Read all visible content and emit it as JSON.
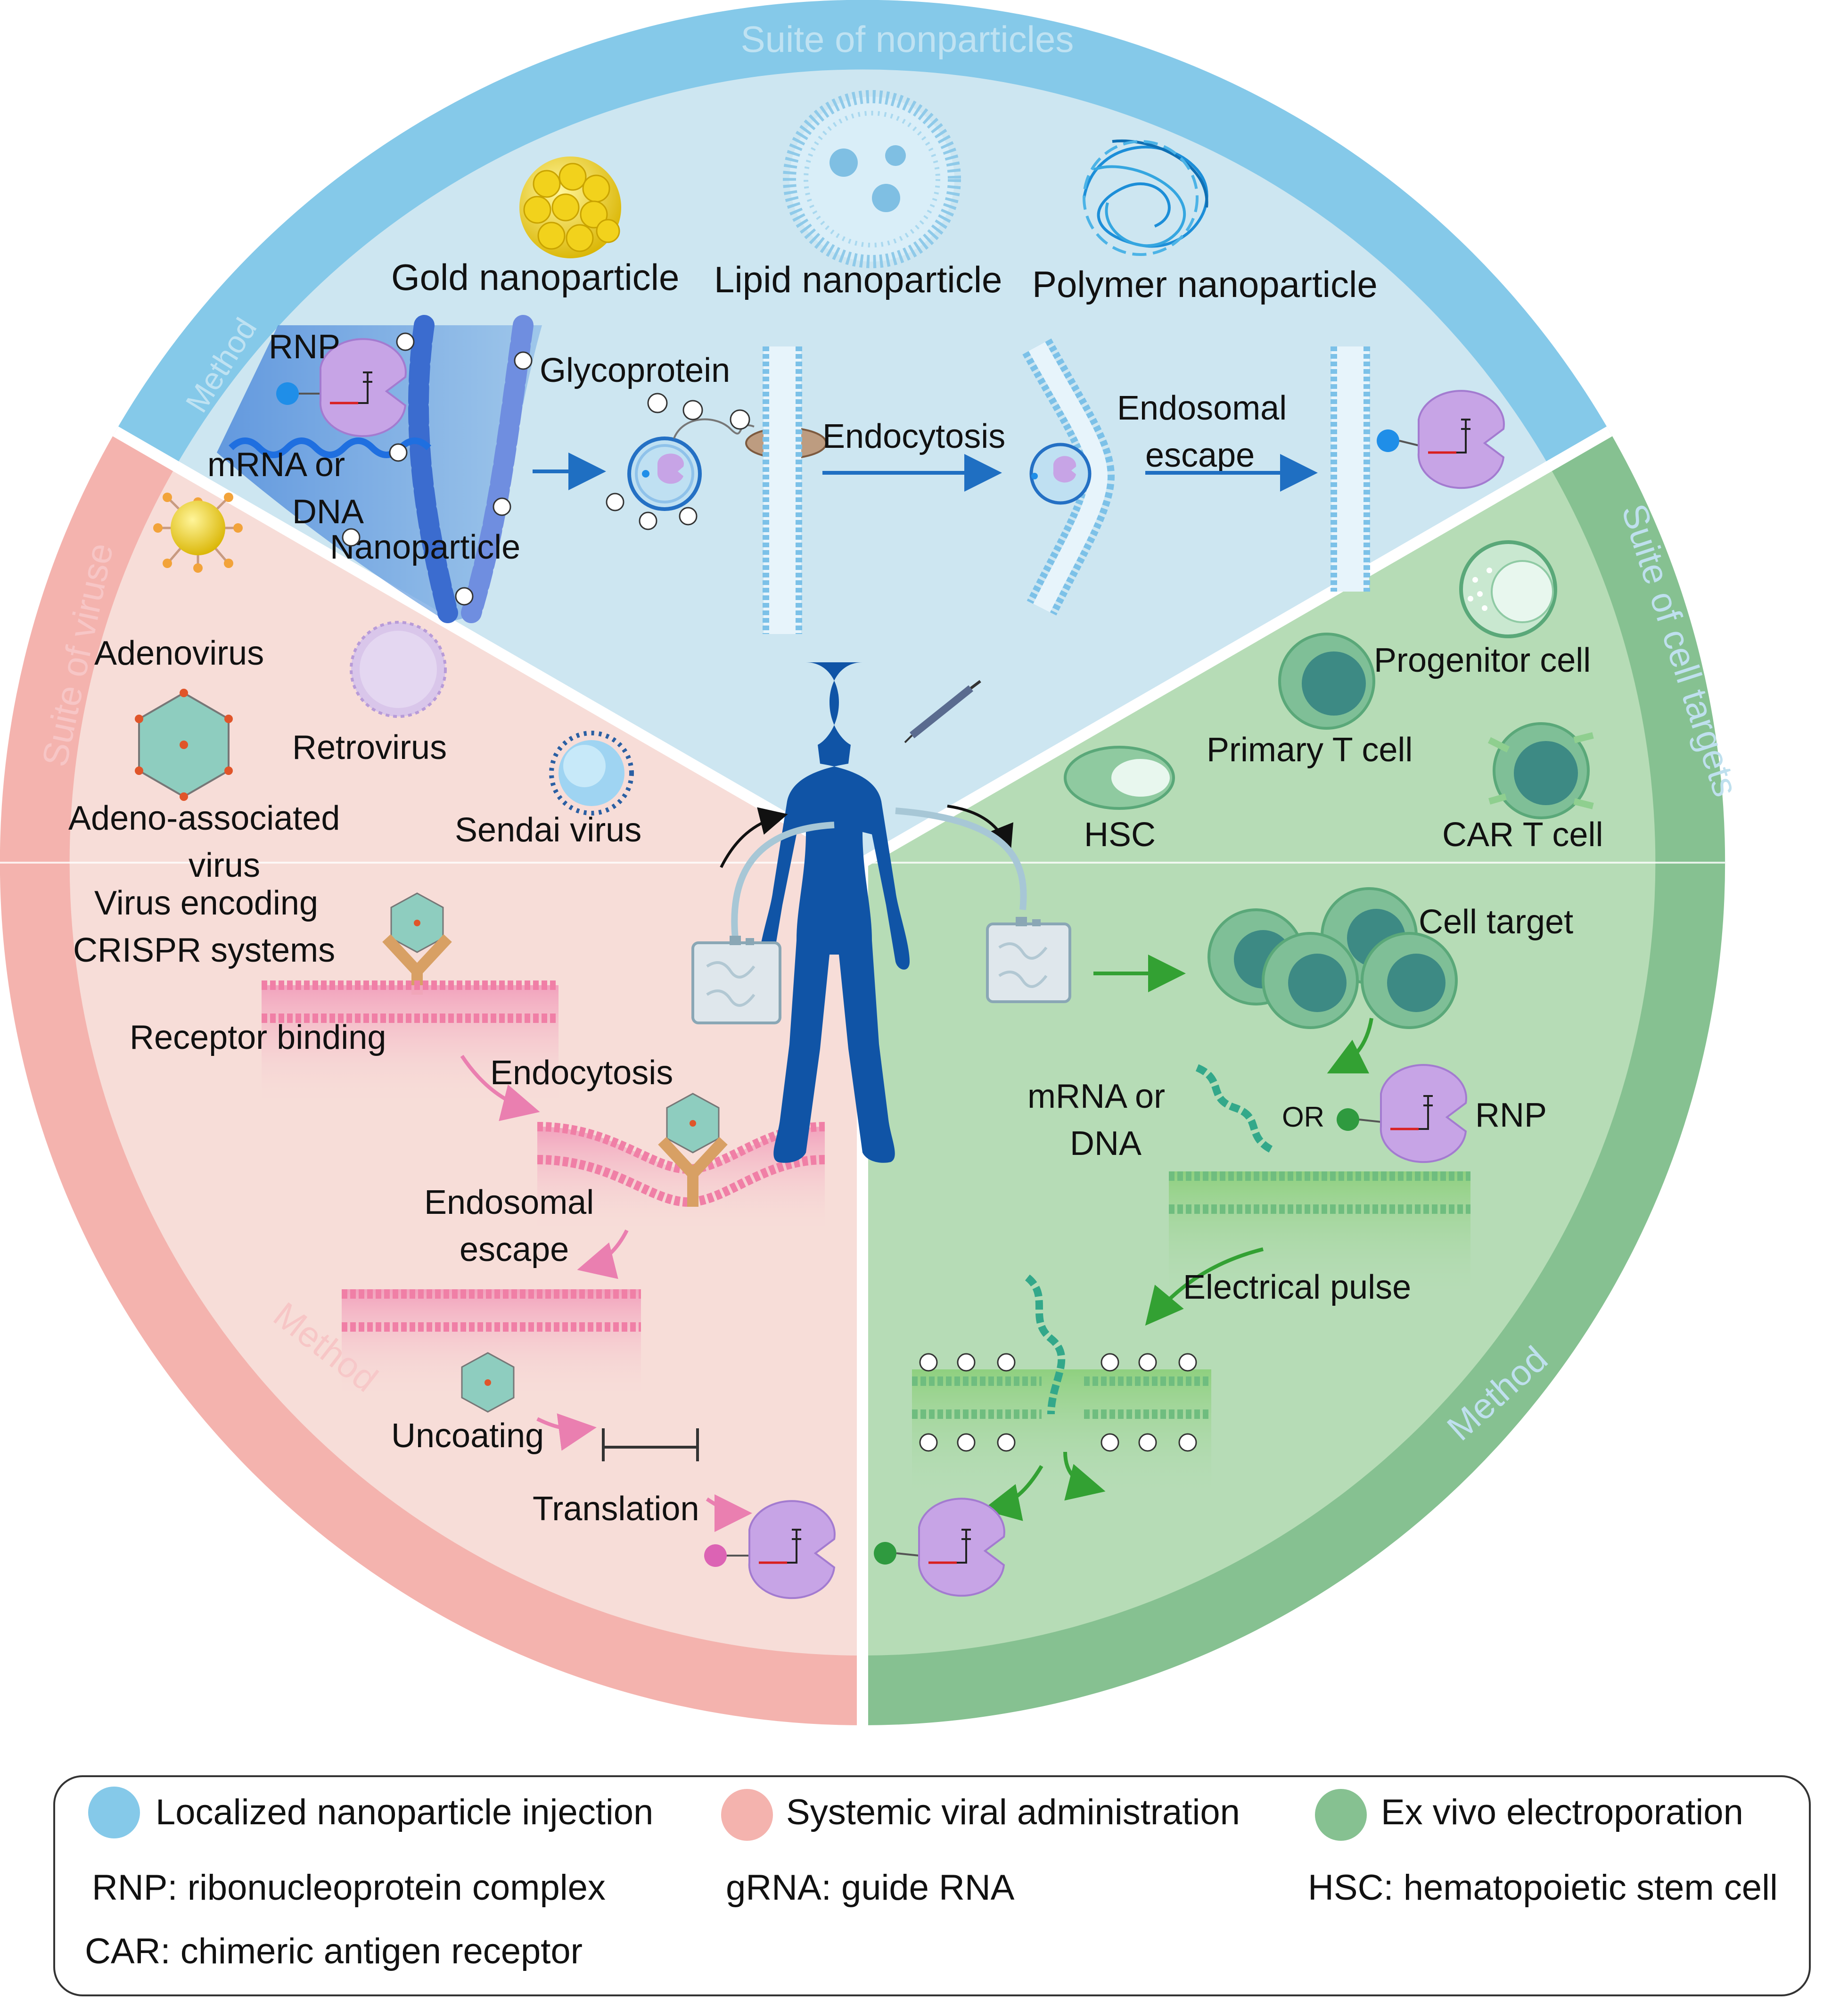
{
  "sections": {
    "nanoparticle": {
      "ring_title": "Suite of nonparticles",
      "ring_method": "Method",
      "particles": [
        "Gold nanoparticle",
        "Lipid nanoparticle",
        "Polymer nanoparticle"
      ],
      "steps": {
        "rnp": "RNP",
        "mrna_line1": "mRNA or",
        "mrna_line2": "DNA",
        "nanoparticle": "Nanoparticle",
        "glycoprotein": "Glycoprotein",
        "endocytosis": "Endocytosis",
        "escape_line1": "Endosomal",
        "escape_line2": "escape"
      }
    },
    "viral": {
      "ring_title": "Suite of viruse",
      "ring_method": "Method",
      "viruses": {
        "adenovirus": "Adenovirus",
        "retrovirus": "Retrovirus",
        "aav_line1": "Adeno-associated",
        "aav_line2": "virus",
        "sendai": "Sendai virus"
      },
      "steps": {
        "encoding_line1": "Virus encoding",
        "encoding_line2": "CRISPR systems",
        "receptor_binding": "Receptor binding",
        "endocytosis": "Endocytosis",
        "escape_line1": "Endosomal",
        "escape_line2": "escape",
        "uncoating": "Uncoating",
        "translation": "Translation"
      }
    },
    "electroporation": {
      "ring_title": "Suite of cell targets",
      "ring_method": "Method",
      "cells": {
        "progenitor": "Progenitor cell",
        "primary_t": "Primary T cell",
        "hsc": "HSC",
        "car_t": "CAR T cell"
      },
      "steps": {
        "cell_target": "Cell target",
        "mrna_line1": "mRNA or",
        "mrna_line2": "DNA",
        "or": "OR",
        "rnp": "RNP",
        "electrical_pulse": "Electrical pulse"
      }
    }
  },
  "legend": {
    "items": [
      {
        "label": "Localized nanoparticle injection",
        "color": "#85c9e9"
      },
      {
        "label": "Systemic viral administration",
        "color": "#f4b3ae"
      },
      {
        "label": "Ex vivo electroporation",
        "color": "#86c191"
      }
    ],
    "abbreviations": [
      {
        "abbr": "RNP",
        "text": ": ribonucleoprotein complex"
      },
      {
        "abbr": "gRNA",
        "text": ": guide RNA"
      },
      {
        "abbr": "HSC",
        "text": ": hematopoietic stem cell"
      },
      {
        "abbr": "CAR",
        "text": ": chimeric antigen receptor"
      }
    ]
  },
  "colors": {
    "blue_ring": "#85c9e9",
    "blue_fill": "#cde6f1",
    "pink_ring": "#f4b3ae",
    "pink_fill": "#f7ddd8",
    "green_ring": "#86c191",
    "green_fill": "#b6dcb6",
    "human": "#1054a6"
  }
}
